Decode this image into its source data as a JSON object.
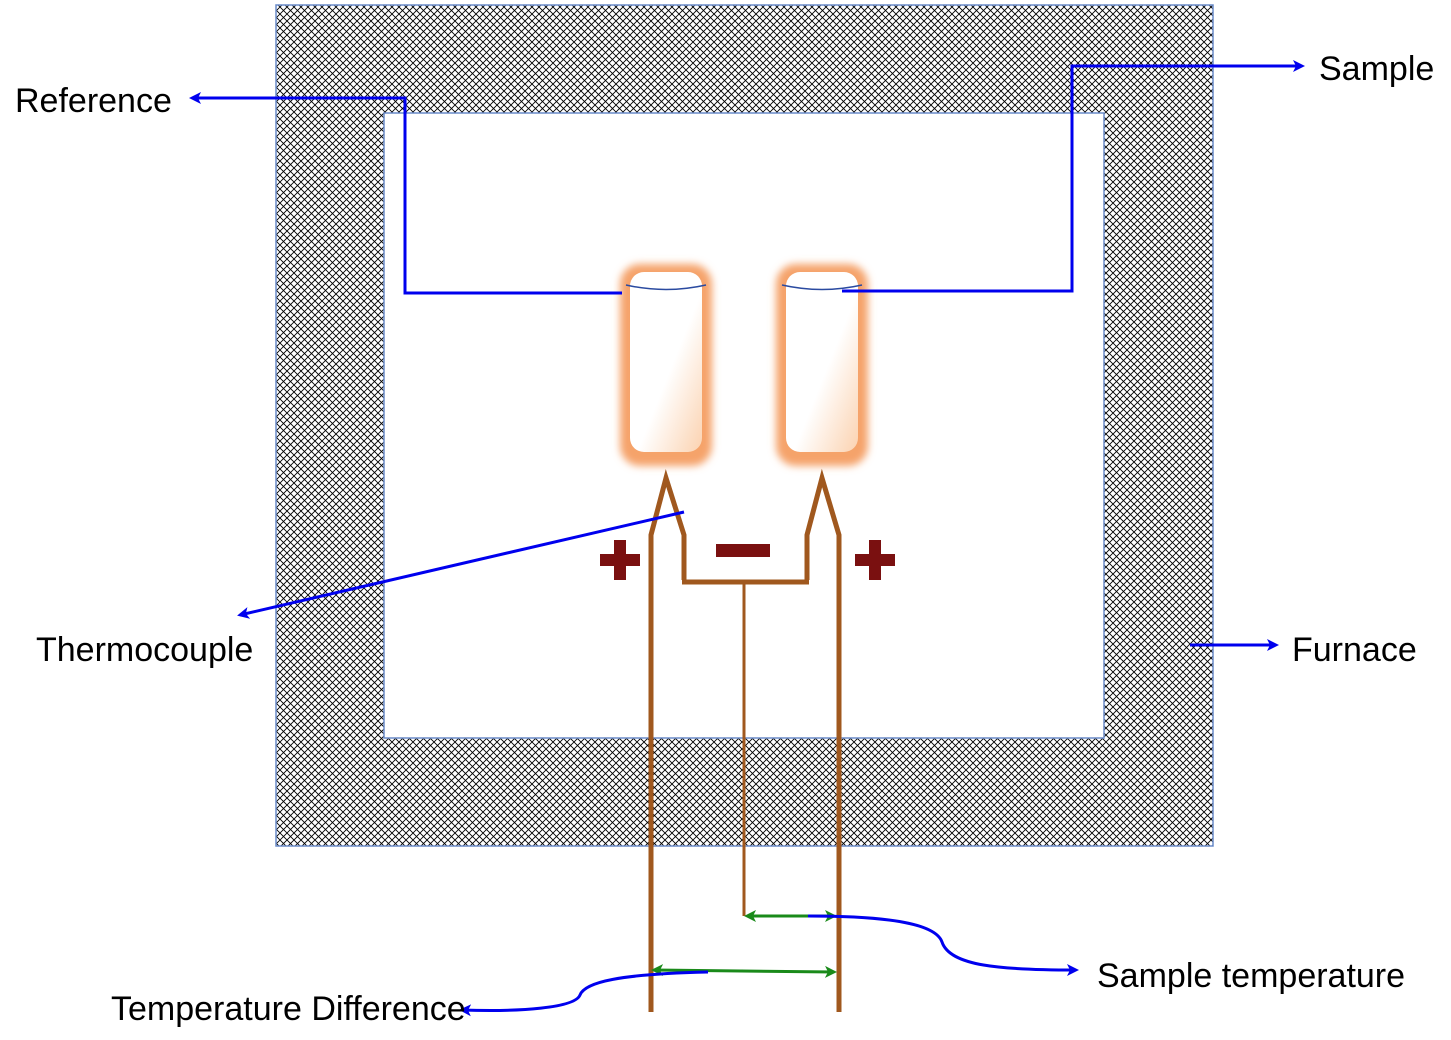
{
  "labels": {
    "reference": "Reference",
    "sample": "Sample",
    "thermocouple": "Thermocouple",
    "furnace": "Furnace",
    "sample_temperature": "Sample temperature",
    "temperature_difference": "Temperature Difference"
  },
  "polarity": {
    "left": "+",
    "middle": "−",
    "right": "+"
  },
  "colors": {
    "leader_line": "#0000ee",
    "thermocouple_wire": "#a0581e",
    "measurement_arrow": "#1a8a1a",
    "polarity_sign": "#7a1010",
    "crucible": "#f5a36b",
    "furnace_hatch": "#000000",
    "furnace_border": "#6a8bc9"
  }
}
